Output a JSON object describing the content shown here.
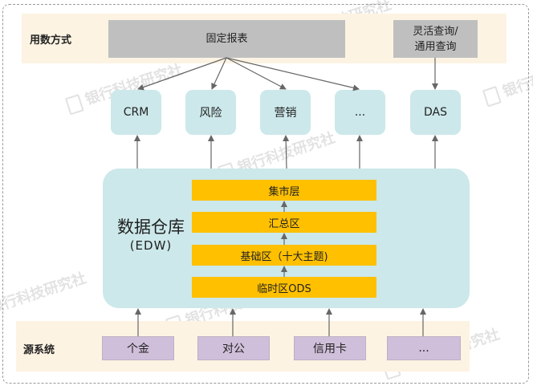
{
  "diagram": {
    "usage_band": {
      "label": "用数方式",
      "boxes": [
        {
          "id": "fixed-report",
          "label": "固定报表"
        },
        {
          "id": "flex-query",
          "label_line1": "灵活查询/",
          "label_line2": "通用查询"
        }
      ]
    },
    "applications": [
      {
        "id": "crm",
        "label": "CRM"
      },
      {
        "id": "risk",
        "label": "风险"
      },
      {
        "id": "marketing",
        "label": "营销"
      },
      {
        "id": "more",
        "label": "..."
      },
      {
        "id": "das",
        "label": "DAS"
      }
    ],
    "warehouse": {
      "title": "数据仓库",
      "subtitle": "(EDW)",
      "layers": [
        {
          "id": "mart",
          "label": "集市层"
        },
        {
          "id": "summary",
          "label": "汇总区"
        },
        {
          "id": "base",
          "label": "基础区（十大主题)"
        },
        {
          "id": "ods",
          "label": "临时区ODS"
        }
      ]
    },
    "source_band": {
      "label": "源系统",
      "systems": [
        {
          "id": "retail",
          "label": "个金"
        },
        {
          "id": "corporate",
          "label": "对公"
        },
        {
          "id": "credit-card",
          "label": "信用卡"
        },
        {
          "id": "more",
          "label": "..."
        }
      ]
    },
    "watermark": "银行科技研究社",
    "colors": {
      "band": "#FDF3E3",
      "grey_box": "#BFBFBF",
      "teal": "#CCE8EA",
      "layer": "#FFC000",
      "source": "#D0BFDA",
      "arrow": "#666666"
    }
  }
}
